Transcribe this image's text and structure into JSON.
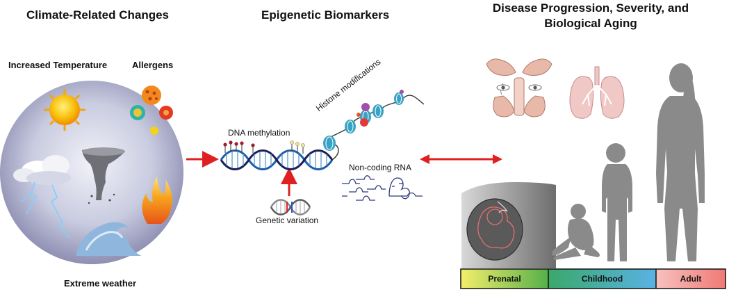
{
  "headers": {
    "climate": "Climate-Related Changes",
    "epigenetic": "Epigenetic Biomarkers",
    "disease_line1": "Disease Progression, Severity, and",
    "disease_line2": "Biological Aging"
  },
  "climate_factors": {
    "temperature": "Increased Temperature",
    "allergens": "Allergens",
    "weather": "Extreme weather"
  },
  "epigenetic_labels": {
    "dna_methylation": "DNA methylation",
    "histone": "Histone modifications",
    "noncoding": "Non-coding RNA",
    "genetic_variation": "Genetic variation"
  },
  "life_stages": [
    {
      "label": "Prenatal"
    },
    {
      "label": "Childhood"
    },
    {
      "label": "Adult"
    }
  ],
  "icons": [
    "sun-icon",
    "pollen-icon",
    "storm-cloud-icon",
    "lightning-icon",
    "tornado-icon",
    "fire-icon",
    "wave-icon",
    "dna-icon",
    "nucleosome-icon",
    "rna-icon",
    "sinus-icon",
    "lungs-icon",
    "fetus-icon",
    "person-silhouette-icon"
  ],
  "colors": {
    "arrow": "#e02020",
    "dna_blue": "#1e5fa8",
    "dna_navy": "#1a1f5c",
    "nucleosome": "#3aa3c4",
    "circle_center": "#e9ecf6",
    "circle_edge": "#8e8fb2",
    "silhouette": "#8a8a8a"
  }
}
